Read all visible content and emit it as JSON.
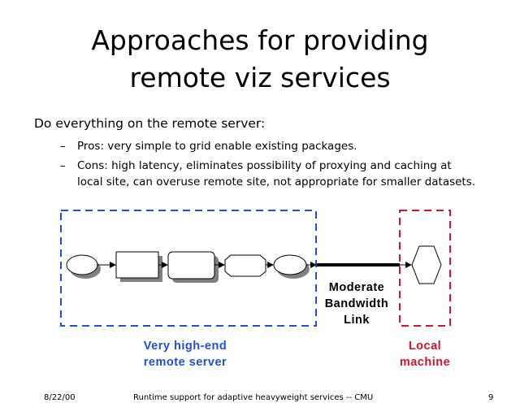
{
  "title": {
    "line1": "Approaches for providing",
    "line2": "remote viz services"
  },
  "main_point": "Do everything on the remote server:",
  "bullets": [
    {
      "dash": "–",
      "lines": [
        "Pros: very simple to grid enable existing packages."
      ]
    },
    {
      "dash": "–",
      "lines": [
        "Cons: high latency, eliminates possibility of proxying and caching at",
        "local site, can overuse remote site, not appropriate for smaller datasets."
      ]
    }
  ],
  "diagram": {
    "link_label": [
      "Moderate",
      "Bandwidth",
      "Link"
    ],
    "remote_label": [
      "Very high-end",
      "remote server"
    ],
    "local_label": [
      "Local",
      "machine"
    ],
    "colors": {
      "remote": "#1f4fd6",
      "local": "#d4142a",
      "shadow": "#808080"
    }
  },
  "footer": {
    "date": "8/22/00",
    "center": "Runtime support for adaptive heavyweight services -- CMU",
    "page": "9"
  }
}
